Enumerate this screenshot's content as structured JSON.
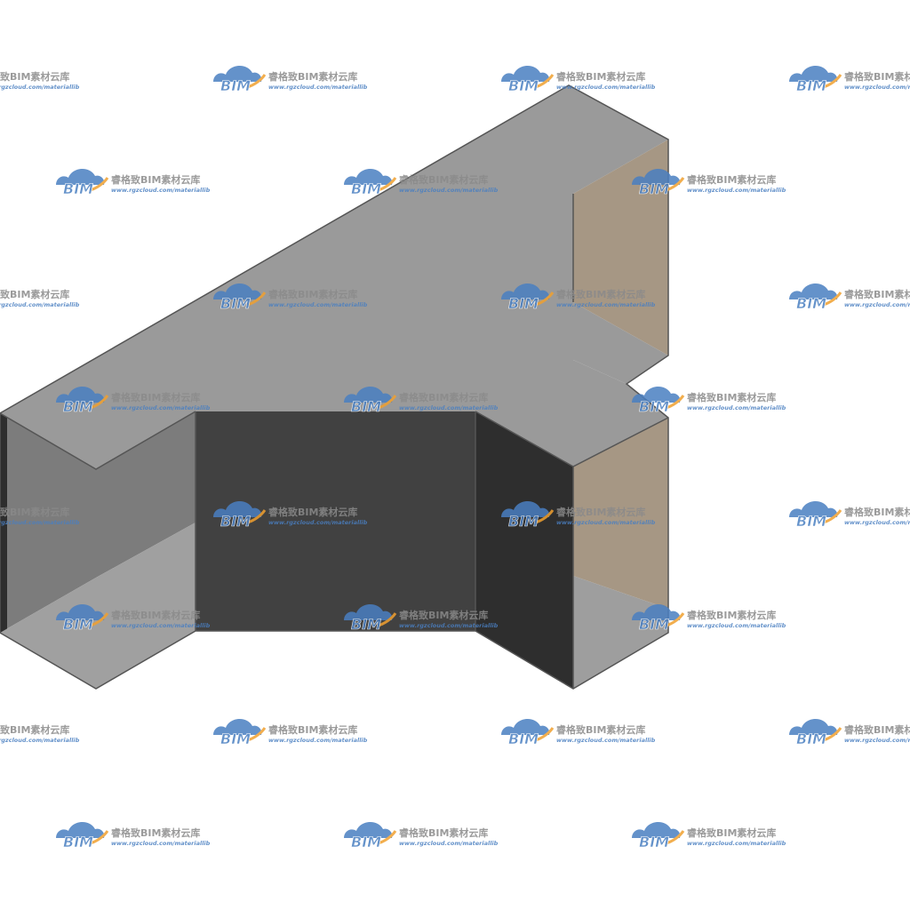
{
  "model": {
    "name": "BIM cable-tray tee fitting",
    "colors": {
      "top_face": "#9a9a9a",
      "inner_wall_light": "#7c7c7c",
      "inner_wall_dark": "#414141",
      "side_wall_darkest": "#2e2e2e",
      "bottom_face": "#a0a0a0",
      "end_face": "#a69784",
      "end_face_lower": "#9e9e9e",
      "edge": "#555555"
    }
  },
  "watermark": {
    "brand": "睿格致BIM素材云库",
    "url": "www.rgzcloud.com/materiallib",
    "logo_text": "BIM",
    "colors": {
      "cloud": "#4a7fc1",
      "accent": "#f0a030",
      "text": "#4a7fc1"
    }
  }
}
